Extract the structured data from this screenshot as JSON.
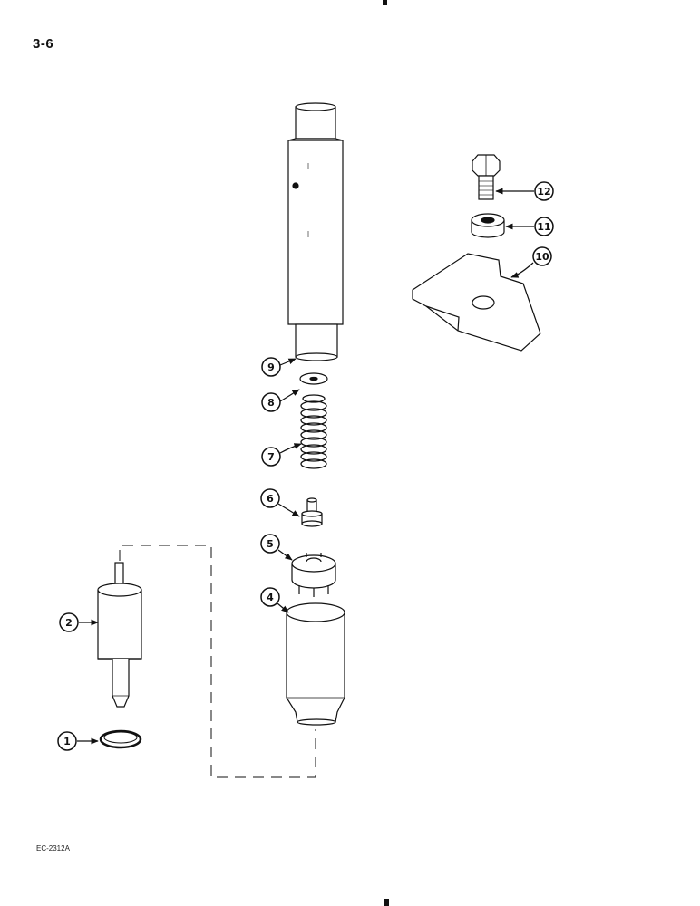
{
  "page_number": "3-6",
  "figure_code": "EC-2312A",
  "callouts": [
    {
      "number": "1"
    },
    {
      "number": "2"
    },
    {
      "number": "4"
    },
    {
      "number": "5"
    },
    {
      "number": "6"
    },
    {
      "number": "7"
    },
    {
      "number": "8"
    },
    {
      "number": "9"
    },
    {
      "number": "10"
    },
    {
      "number": "11"
    },
    {
      "number": "12"
    }
  ]
}
